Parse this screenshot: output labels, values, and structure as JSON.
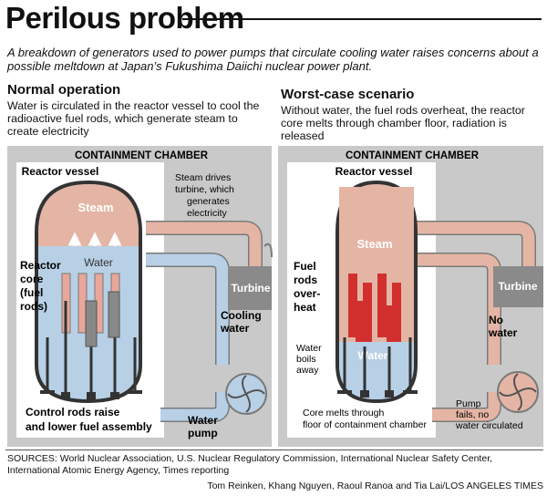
{
  "title": "Perilous problem",
  "subtitle": "A breakdown of generators used to power pumps that circulate cooling water raises concerns about a possible meltdown at Japan’s Fukushima Daiichi nuclear power plant.",
  "normal": {
    "heading": "Normal operation",
    "description": "Water is circulated in the reactor vessel to cool the radioactive fuel rods, which generate steam to create electricity",
    "chamber_label": "CONTAINMENT CHAMBER",
    "vessel_label": "Reactor vessel",
    "steam_label": "Steam",
    "water_label": "Water",
    "core_label": [
      "Reactor",
      "core",
      "(fuel",
      "rods)"
    ],
    "steam_note": [
      "Steam drives",
      "turbine, which",
      "generates",
      "electricity"
    ],
    "turbine_label": "Turbine",
    "cooling_label": [
      "Cooling",
      "water"
    ],
    "pump_label": [
      "Water",
      "pump"
    ],
    "control_label": [
      "Control rods raise",
      "and lower fuel assembly"
    ]
  },
  "worst": {
    "heading": "Worst-case scenario",
    "description": "Without water, the fuel rods overheat, the reactor core melts through chamber floor, radiation is released",
    "chamber_label": "CONTAINMENT CHAMBER",
    "vessel_label": "Reactor vessel",
    "steam_label": "Steam",
    "water_label": "Water",
    "rods_label": [
      "Fuel",
      "rods",
      "over-",
      "heat"
    ],
    "boils_label": [
      "Water",
      "boils",
      "away"
    ],
    "turbine_label": "Turbine",
    "no_water_label": [
      "No",
      "water"
    ],
    "pump_label": [
      "Pump",
      "fails, no",
      "water circulated"
    ],
    "melt_label": [
      "Core melts through",
      "floor of containment chamber"
    ]
  },
  "sources": "SOURCES: World Nuclear Association, U.S. Nuclear Regulatory Commission, International Nuclear Safety Center, International Atomic Energy Agency, Times reporting",
  "credit": "Tom Reinken, Khang Nguyen, Raoul Ranoa and Tia Lai/LOS ANGELES TIMES",
  "colors": {
    "chamber": "#c9c9c9",
    "steam": "#e4b5a4",
    "water": "#b8d0e6",
    "rod_normal": "#e8a79a",
    "rod_hot": "#d2302f",
    "turbine": "#8a8a8a",
    "pipe_outline": "#7a7a7a"
  }
}
